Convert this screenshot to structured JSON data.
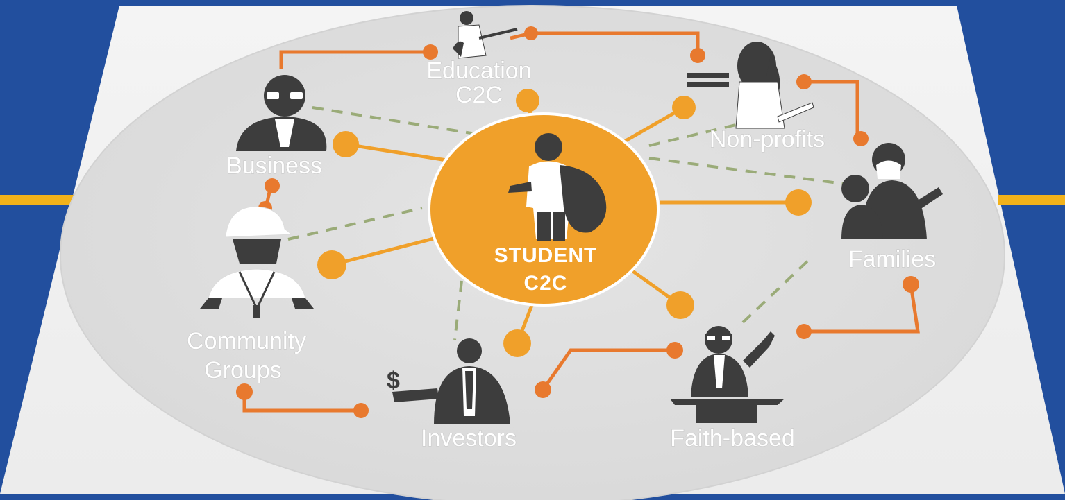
{
  "center": {
    "line1": "STUDENT",
    "line2": "C2C"
  },
  "stakeholders": {
    "education_line1": "Education",
    "education_line2": "C2C",
    "nonprofits": "Non-profits",
    "business": "Business",
    "families": "Families",
    "community_line1": "Community",
    "community_line2": "Groups",
    "investors": "Investors",
    "faith": "Faith-based"
  },
  "colors": {
    "background": "#224f9e",
    "accent_bar": "#f2b21b",
    "hub": "#f0a02a",
    "connector": "#e8792e",
    "dashed_link": "#9aab78",
    "silhouette": "#3d3d3d"
  }
}
